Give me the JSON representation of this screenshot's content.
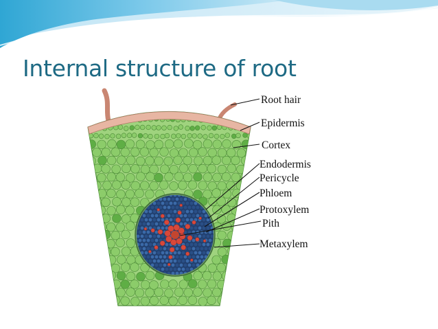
{
  "slide": {
    "title": "Internal structure of root",
    "accent_color": "#1e6a84",
    "banner_colors": [
      "#3aaed8",
      "#8fd3ee",
      "#d6eef8"
    ]
  },
  "diagram": {
    "cell_green": "#8ccc6a",
    "stele_blue": "#2c4a7c",
    "xylem_red": "#d8483a",
    "labels": {
      "root_hair": "Root hair",
      "epidermis": "Epidermis",
      "cortex": "Cortex",
      "endodermis": "Endodermis",
      "pericycle": "Pericycle",
      "phloem": "Phloem",
      "protoxylem": "Protoxylem",
      "pith": "Pith",
      "metaxylem": "Metaxylem"
    }
  }
}
